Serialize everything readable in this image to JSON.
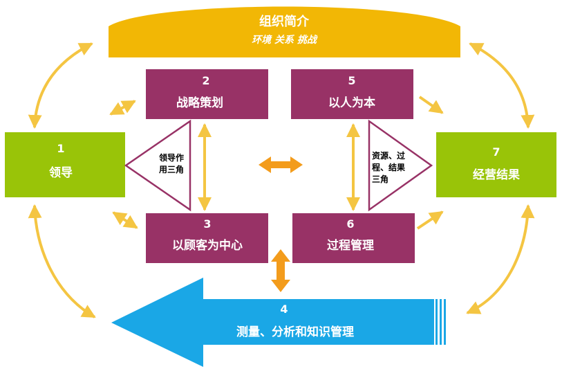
{
  "org": {
    "title": "组织简介",
    "subtitle": "环境 关系 挑战"
  },
  "boxes": {
    "b1": {
      "num": "1",
      "label": "领导"
    },
    "b2": {
      "num": "2",
      "label": "战略策划"
    },
    "b3": {
      "num": "3",
      "label": "以顾客为中心"
    },
    "b4": {
      "num": "4",
      "label": "测量、分析和知识管理"
    },
    "b5": {
      "num": "5",
      "label": "以人为本"
    },
    "b6": {
      "num": "6",
      "label": "过程管理"
    },
    "b7": {
      "num": "7",
      "label": "经营结果"
    }
  },
  "triangles": {
    "left": {
      "line1": "领导作",
      "line2": "用三角"
    },
    "right": {
      "line1": "资源、过",
      "line2": "程、结果",
      "line3": "三角"
    }
  },
  "colors": {
    "yellow": "#f2b705",
    "arrow_yellow": "#f4c542",
    "purple": "#983266",
    "green": "#99c408",
    "blue": "#1aa7e6",
    "orange": "#f39c1c"
  }
}
